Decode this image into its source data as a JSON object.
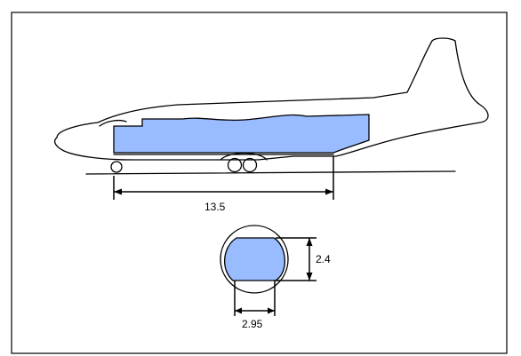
{
  "dimensions": {
    "hold_length": "13.5",
    "hold_height": "2.4",
    "hold_floor_width": "2.95"
  },
  "colors": {
    "cargo_fill": "#99bbff",
    "outline": "#000000",
    "background": "#ffffff"
  }
}
